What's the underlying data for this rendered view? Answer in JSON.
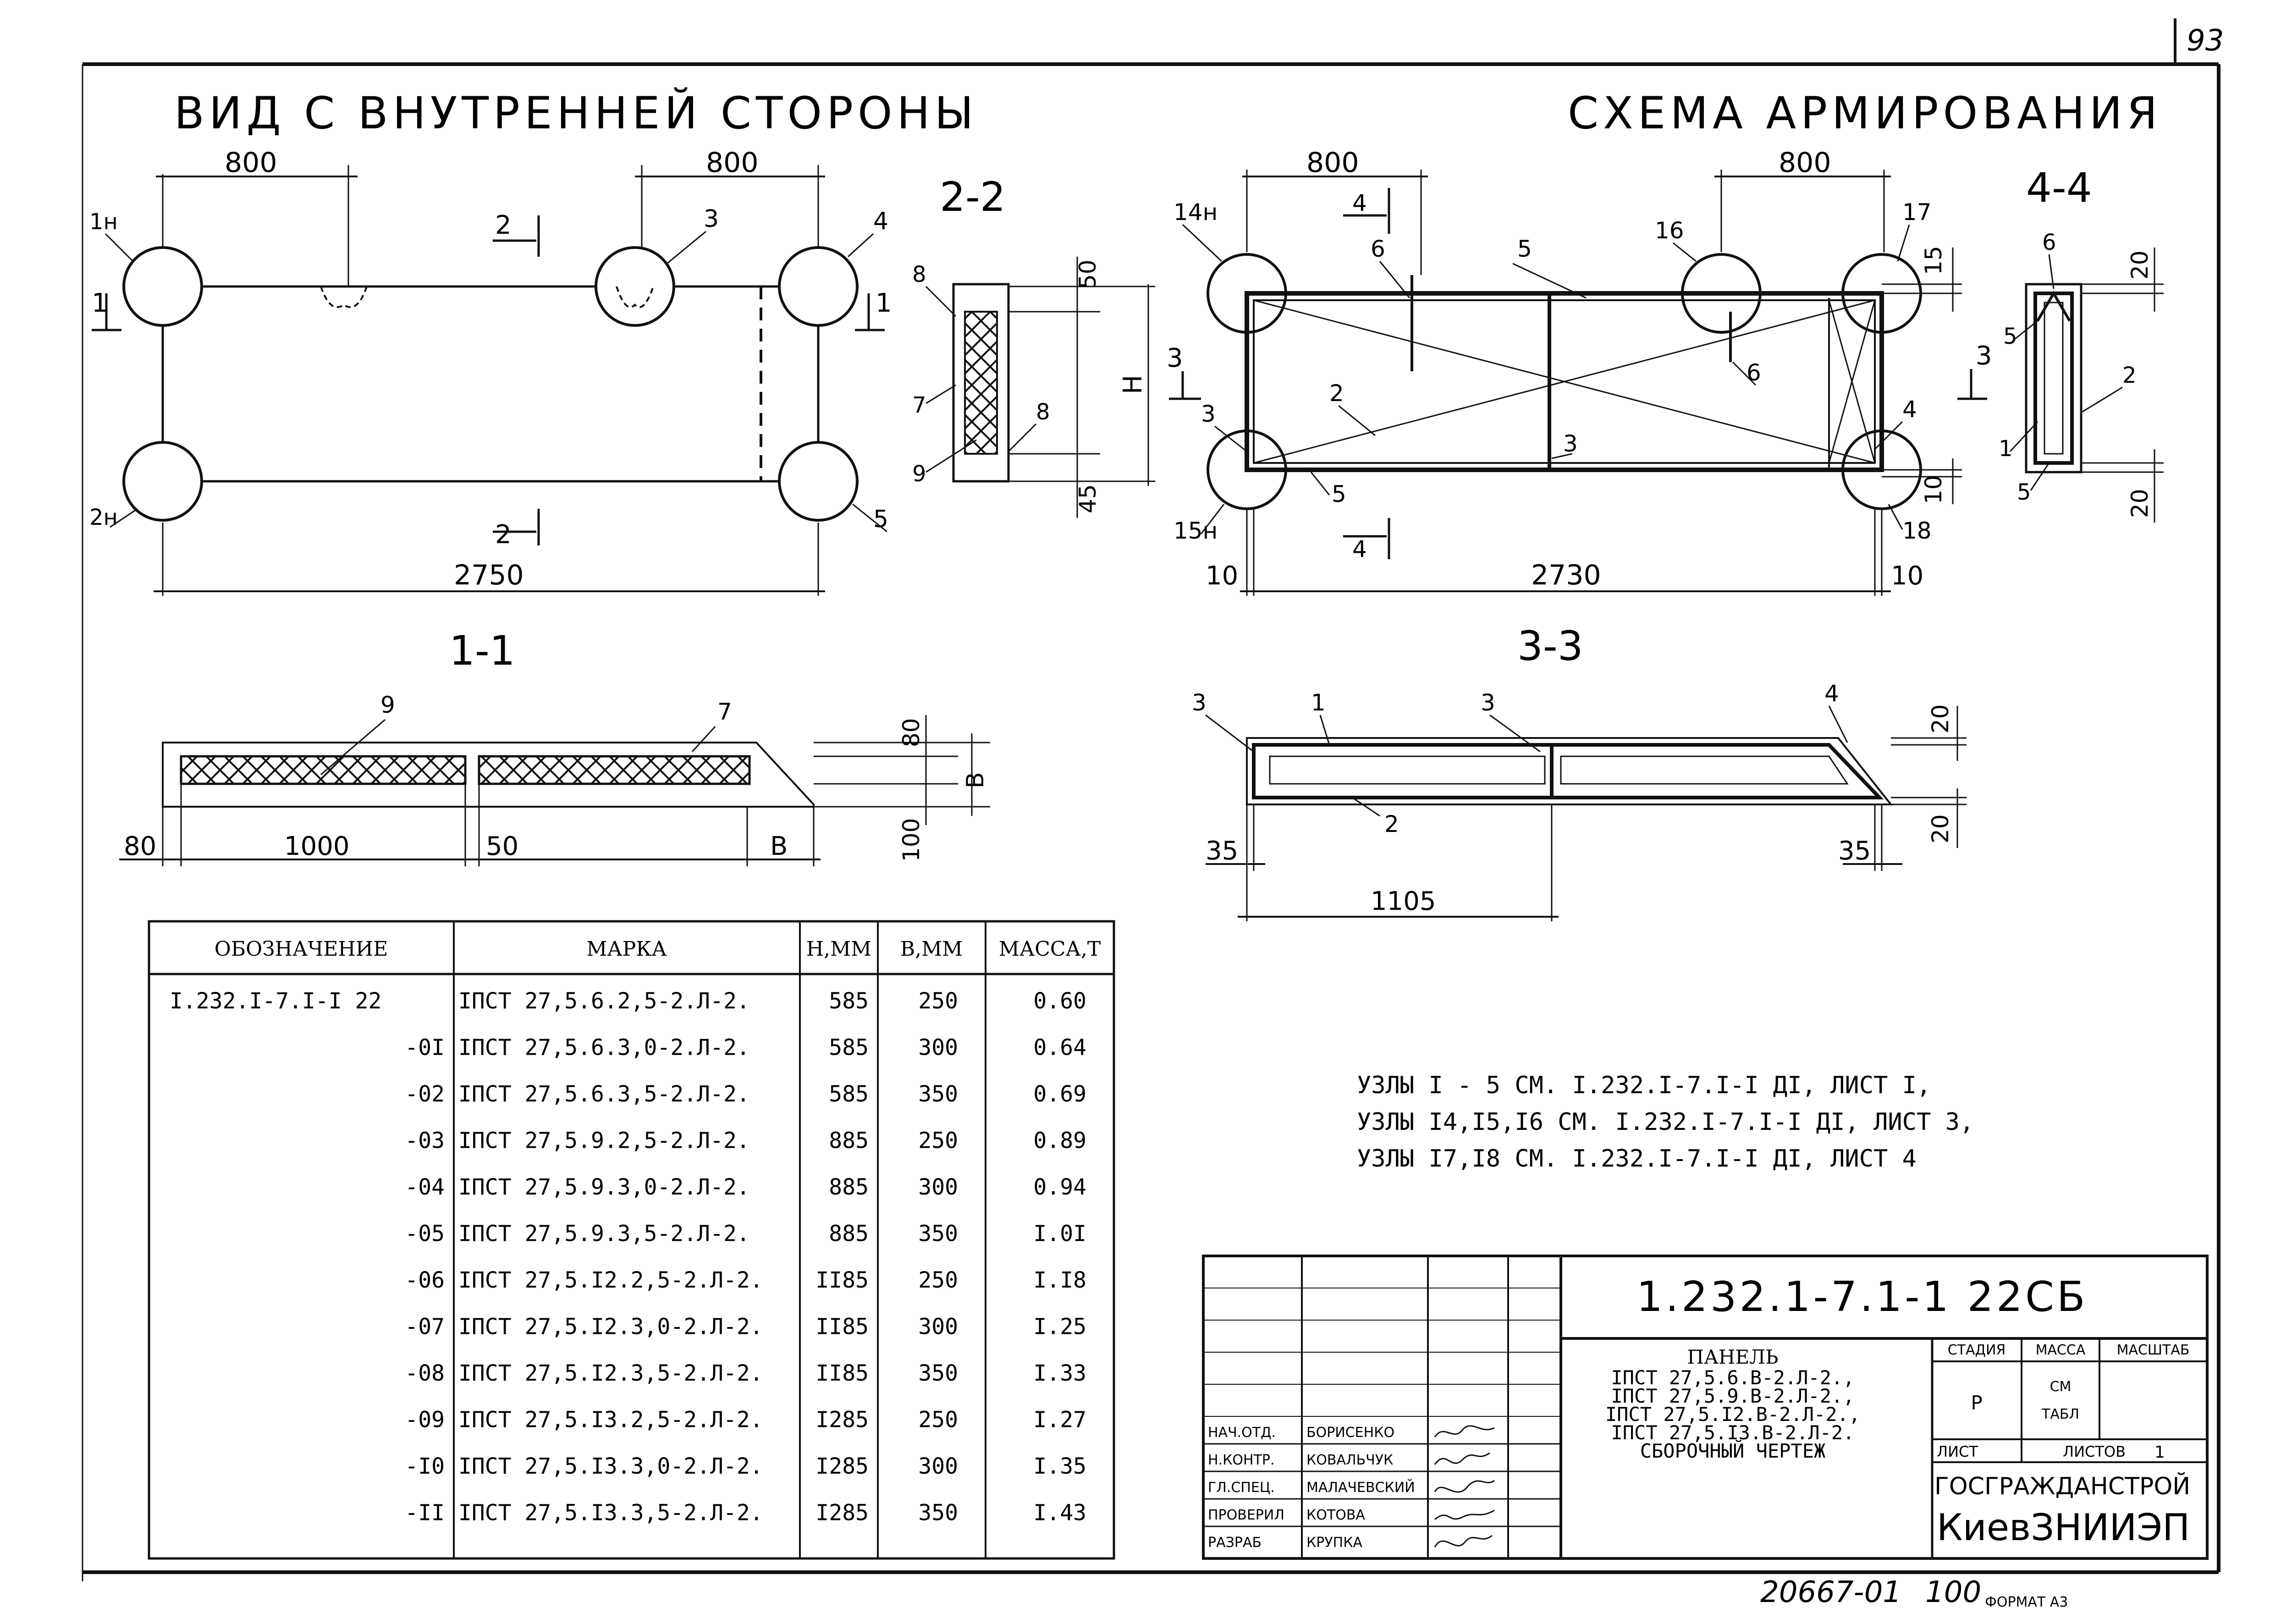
{
  "sheet": {
    "page_number": "93",
    "doc_number": "20667-01",
    "inv": "100",
    "format_label": "ФОРМАТ А3",
    "colors": {
      "ink": "#111111",
      "paper": "#ffffff"
    }
  },
  "views": {
    "inner_side_title": "ВИД С ВНУТРЕННЕЙ СТОРОНЫ",
    "reinforcement_title": "СХЕМА АРМИРОВАНИЯ",
    "section_2_2": "2-2",
    "section_4_4": "4-4",
    "section_1_1": "1-1",
    "section_3_3": "3-3"
  },
  "inner_view": {
    "dim_left": "800",
    "dim_right": "800",
    "dim_total": "2750",
    "callouts": [
      "1н",
      "2н",
      "3",
      "4",
      "5"
    ],
    "cut_marks": [
      "1",
      "1",
      "2",
      "2"
    ]
  },
  "section22": {
    "callouts": [
      "8",
      "7",
      "9",
      "8"
    ],
    "dims": [
      "50",
      "Н",
      "45"
    ]
  },
  "reinf_view": {
    "dim_left": "800",
    "dim_right": "800",
    "dim_total": "2730",
    "dim_edge_left": "10",
    "dim_edge_right": "10",
    "dim_top": "15",
    "dim_bottom": "10",
    "callouts": [
      "14н",
      "6",
      "5",
      "16",
      "17",
      "6",
      "2",
      "3",
      "3",
      "4",
      "5",
      "15н",
      "18"
    ],
    "cut_marks": [
      "4",
      "4",
      "3"
    ]
  },
  "section44": {
    "callouts": [
      "6",
      "5",
      "1",
      "5",
      "2"
    ],
    "dims": [
      "20",
      "20"
    ],
    "cut_mark": "3"
  },
  "section11": {
    "callouts": [
      "9",
      "7"
    ],
    "dims": [
      "80",
      "1000",
      "50",
      "В",
      "80",
      "В",
      "100"
    ]
  },
  "section33": {
    "callouts": [
      "3",
      "1",
      "3",
      "4",
      "2"
    ],
    "dims": [
      "35",
      "35",
      "1105",
      "20",
      "20"
    ]
  },
  "table": {
    "headers": [
      "ОБОЗНАЧЕНИЕ",
      "МАРКА",
      "Н,ММ",
      "В,ММ",
      "МАССА,Т"
    ],
    "rows": [
      [
        "I.232.I-7.I-I 22",
        "IПСТ 27,5.6.2,5-2.Л-2.",
        "585",
        "250",
        "0.60"
      ],
      [
        "-0I",
        "IПСТ 27,5.6.3,0-2.Л-2.",
        "585",
        "300",
        "0.64"
      ],
      [
        "-02",
        "IПСТ 27,5.6.3,5-2.Л-2.",
        "585",
        "350",
        "0.69"
      ],
      [
        "-03",
        "IПСТ 27,5.9.2,5-2.Л-2.",
        "885",
        "250",
        "0.89"
      ],
      [
        "-04",
        "IПСТ 27,5.9.3,0-2.Л-2.",
        "885",
        "300",
        "0.94"
      ],
      [
        "-05",
        "IПСТ 27,5.9.3,5-2.Л-2.",
        "885",
        "350",
        "I.0I"
      ],
      [
        "-06",
        "IПСТ 27,5.I2.2,5-2.Л-2.",
        "II85",
        "250",
        "I.I8"
      ],
      [
        "-07",
        "IПСТ 27,5.I2.3,0-2.Л-2.",
        "II85",
        "300",
        "I.25"
      ],
      [
        "-08",
        "IПСТ 27,5.I2.3,5-2.Л-2.",
        "II85",
        "350",
        "I.33"
      ],
      [
        "-09",
        "IПСТ 27,5.I3.2,5-2.Л-2.",
        "I285",
        "250",
        "I.27"
      ],
      [
        "-I0",
        "IПСТ 27,5.I3.3,0-2.Л-2.",
        "I285",
        "300",
        "I.35"
      ],
      [
        "-II",
        "IПСТ 27,5.I3.3,5-2.Л-2.",
        "I285",
        "350",
        "I.43"
      ]
    ]
  },
  "notes": [
    "УЗЛЫ  I - 5  СМ. I.232.I-7.I-I ДI, ЛИСТ I,",
    "УЗЛЫ  I4,I5,I6  СМ. I.232.I-7.I-I ДI, ЛИСТ 3,",
    "УЗЛЫ  I7,I8  СМ. I.232.I-7.I-I ДI, ЛИСТ 4"
  ],
  "title_block": {
    "code": "1.232.1-7.1-1 22СБ",
    "name_lines": [
      "ПАНЕЛЬ",
      "IПСТ 27,5.6.В-2.Л-2.,",
      "IПСТ 27,5.9.В-2.Л-2.,",
      "IПСТ 27,5.I2.В-2.Л-2.,",
      "IПСТ 27,5.I3.В-2.Л-2.",
      "СБОРОЧНЫЙ ЧЕРТЕЖ"
    ],
    "stage_label": "СТАДИЯ",
    "mass_label": "МАССА",
    "scale_label": "МАСШТАБ",
    "stage_value": "Р",
    "mass_value_1": "СМ",
    "mass_value_2": "ТАБЛ",
    "sheet_label": "ЛИСТ",
    "sheets_label": "ЛИСТОВ",
    "sheets_value": "1",
    "org_1": "ГОСГРАЖДАНСТРОЙ",
    "org_2": "КиевЗНИИЭП",
    "signatures": [
      {
        "role": "НАЧ.ОТД.",
        "name": "БОРИСЕНКО"
      },
      {
        "role": "Н.КОНТР.",
        "name": "КОВАЛЬЧУК"
      },
      {
        "role": "ГЛ.СПЕЦ.",
        "name": "МАЛАЧЕВСКИЙ"
      },
      {
        "role": "ПРОВЕРИЛ",
        "name": "КОТОВА"
      },
      {
        "role": "РАЗРАБ",
        "name": "КРУПКА"
      }
    ]
  }
}
